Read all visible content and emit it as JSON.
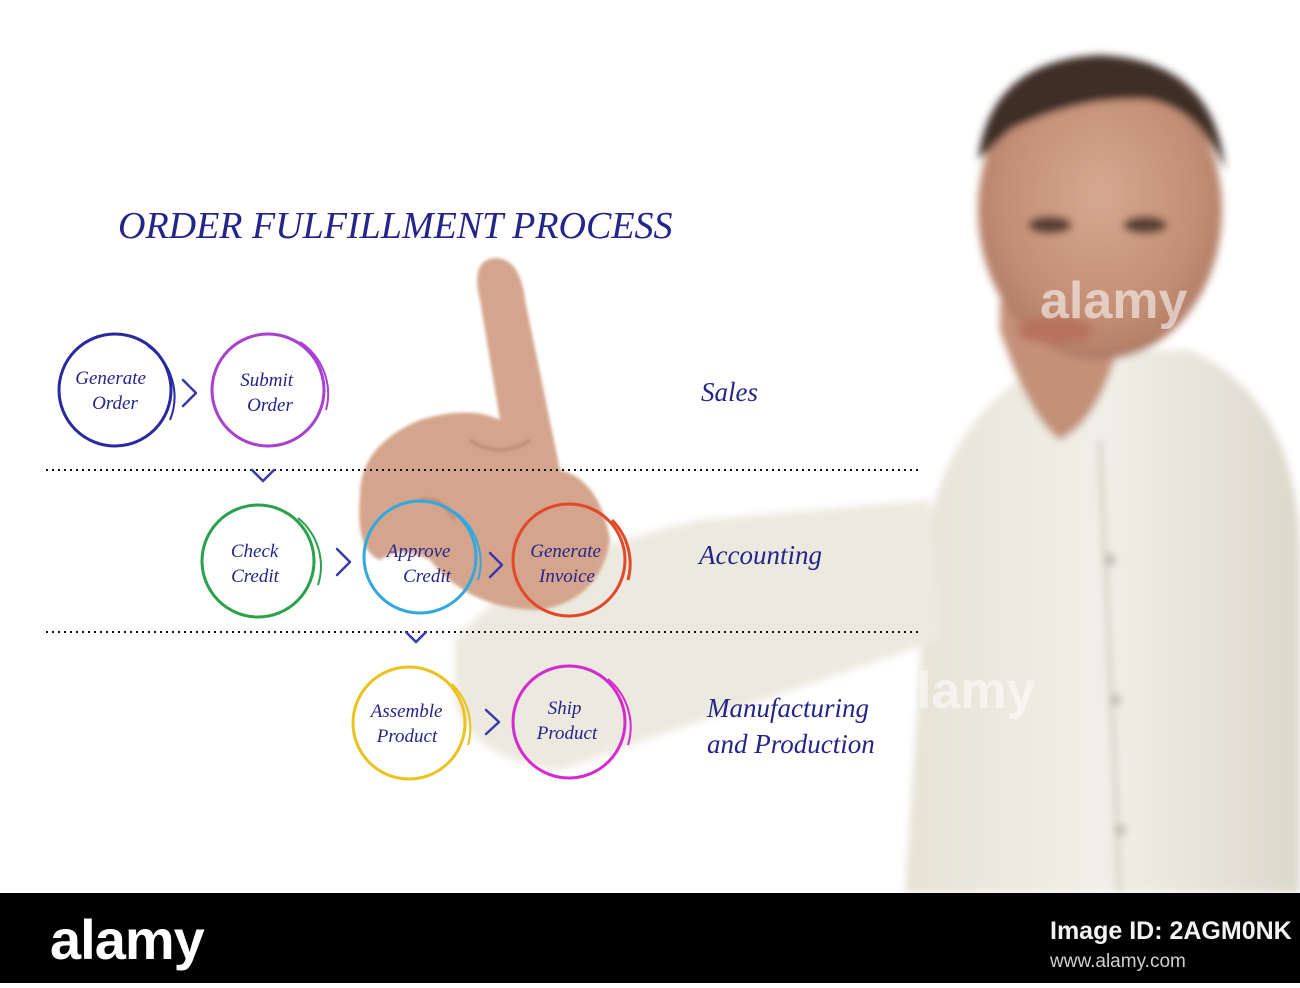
{
  "diagram": {
    "title": "ORDER FULFILLMENT PROCESS",
    "lanes": [
      {
        "label_lines": [
          "Sales"
        ]
      },
      {
        "label_lines": [
          "Accounting"
        ]
      },
      {
        "label_lines": [
          "Manufacturing",
          "and Production"
        ]
      }
    ],
    "steps": [
      {
        "name": "generate-order",
        "lines": [
          "Generate",
          "Order"
        ],
        "color": "#2a2aa0"
      },
      {
        "name": "submit-order",
        "lines": [
          "Submit",
          "Order"
        ],
        "color": "#a840d0"
      },
      {
        "name": "check-credit",
        "lines": [
          "Check",
          "Credit"
        ],
        "color": "#2aa24a"
      },
      {
        "name": "approve-credit",
        "lines": [
          "Approve",
          "Credit"
        ],
        "color": "#30a8e0"
      },
      {
        "name": "generate-invoice",
        "lines": [
          "Generate",
          "Invoice"
        ],
        "color": "#e2482a"
      },
      {
        "name": "assemble-product",
        "lines": [
          "Assemble",
          "Product"
        ],
        "color": "#ecc21c"
      },
      {
        "name": "ship-product",
        "lines": [
          "Ship",
          "Product"
        ],
        "color": "#d42ad0"
      }
    ],
    "arrow_color": "#3a3aa8"
  },
  "presenter": {
    "description_icon": "presenter-photo"
  },
  "watermark": {
    "overlay_text": "alamy",
    "brand": "alamy",
    "image_id": "Image ID: 2AGM0NK",
    "url": "www.alamy.com"
  }
}
